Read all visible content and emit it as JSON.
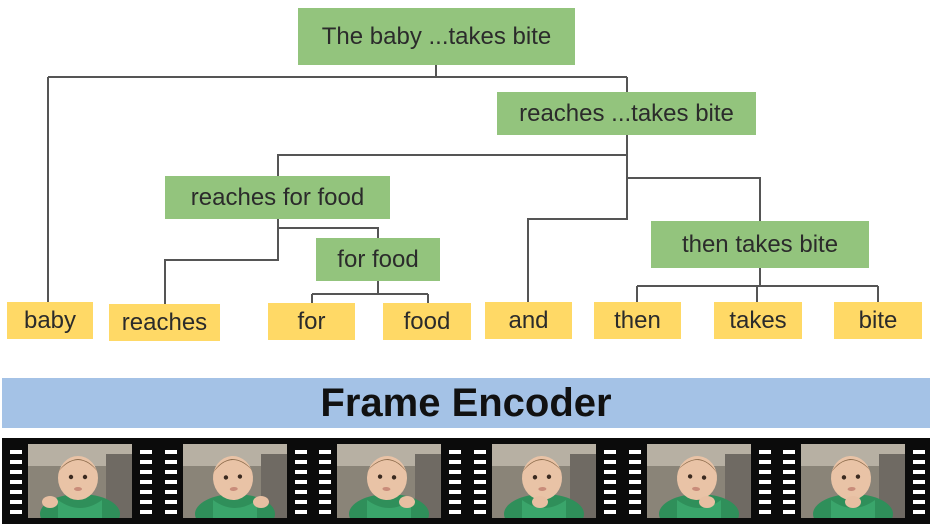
{
  "tree": {
    "phrases": {
      "root": "The baby ...takes bite",
      "vp_full": "reaches ...takes bite",
      "vp_reach": "reaches for food",
      "pp_food": "for food",
      "vp_then": "then takes bite"
    },
    "leaves": {
      "baby": "baby",
      "reaches": "reaches",
      "for": "for",
      "food": "food",
      "and": "and",
      "then": "then",
      "takes": "takes",
      "bite": "bite"
    }
  },
  "encoder": {
    "label": "Frame Encoder"
  },
  "filmstrip": {
    "frame_count": 6
  },
  "colors": {
    "phrase_node": "#93c47d",
    "word_leaf": "#ffd966",
    "encoder_band": "#a4c2e6",
    "connector": "#555555",
    "film": "#0b0b0b"
  }
}
